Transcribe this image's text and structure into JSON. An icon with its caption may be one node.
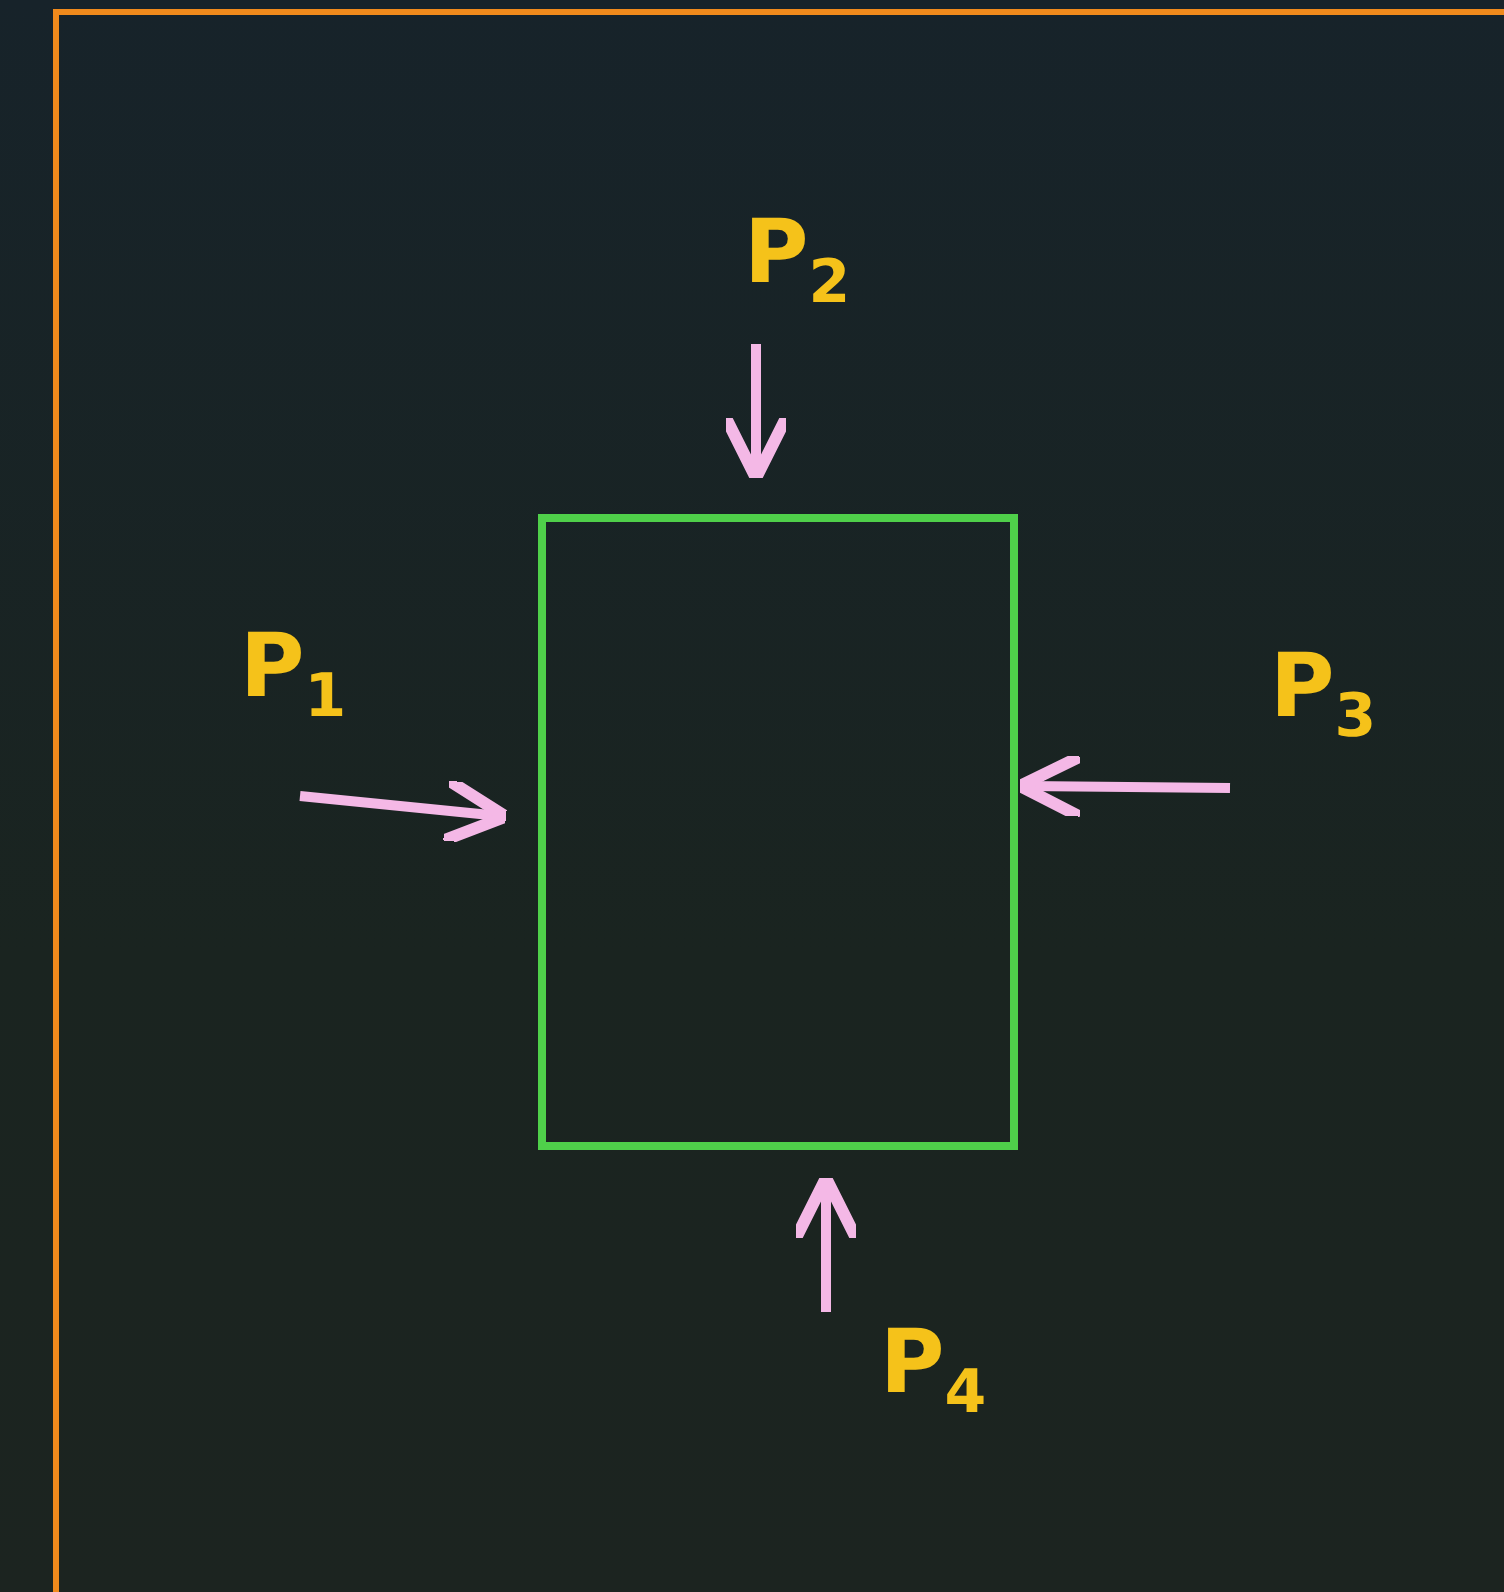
{
  "diagram": {
    "nodes": [
      {
        "text": [],
        "shape": "box"
      }
    ],
    "labels": [
      "P$_{2}$",
      "P$_{1}$",
      "P$_{3}$",
      "P$_{4}$"
    ]
  }
}
